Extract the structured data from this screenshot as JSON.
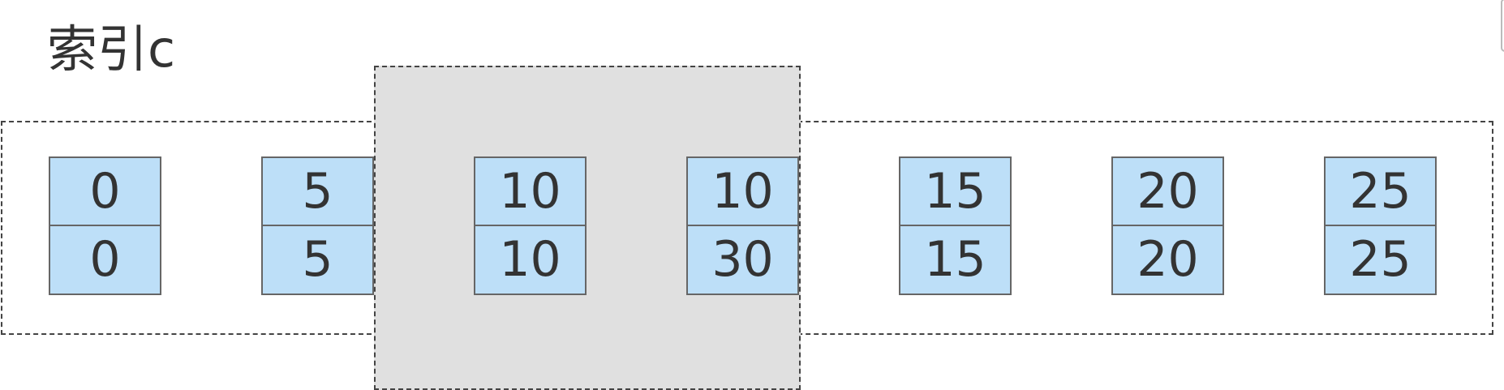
{
  "title": "索引c",
  "entries": [
    {
      "c": "0",
      "id": "0"
    },
    {
      "c": "5",
      "id": "5"
    },
    {
      "c": "10",
      "id": "10"
    },
    {
      "c": "10",
      "id": "30"
    },
    {
      "c": "15",
      "id": "15"
    },
    {
      "c": "20",
      "id": "20"
    },
    {
      "c": "25",
      "id": "25"
    }
  ]
}
